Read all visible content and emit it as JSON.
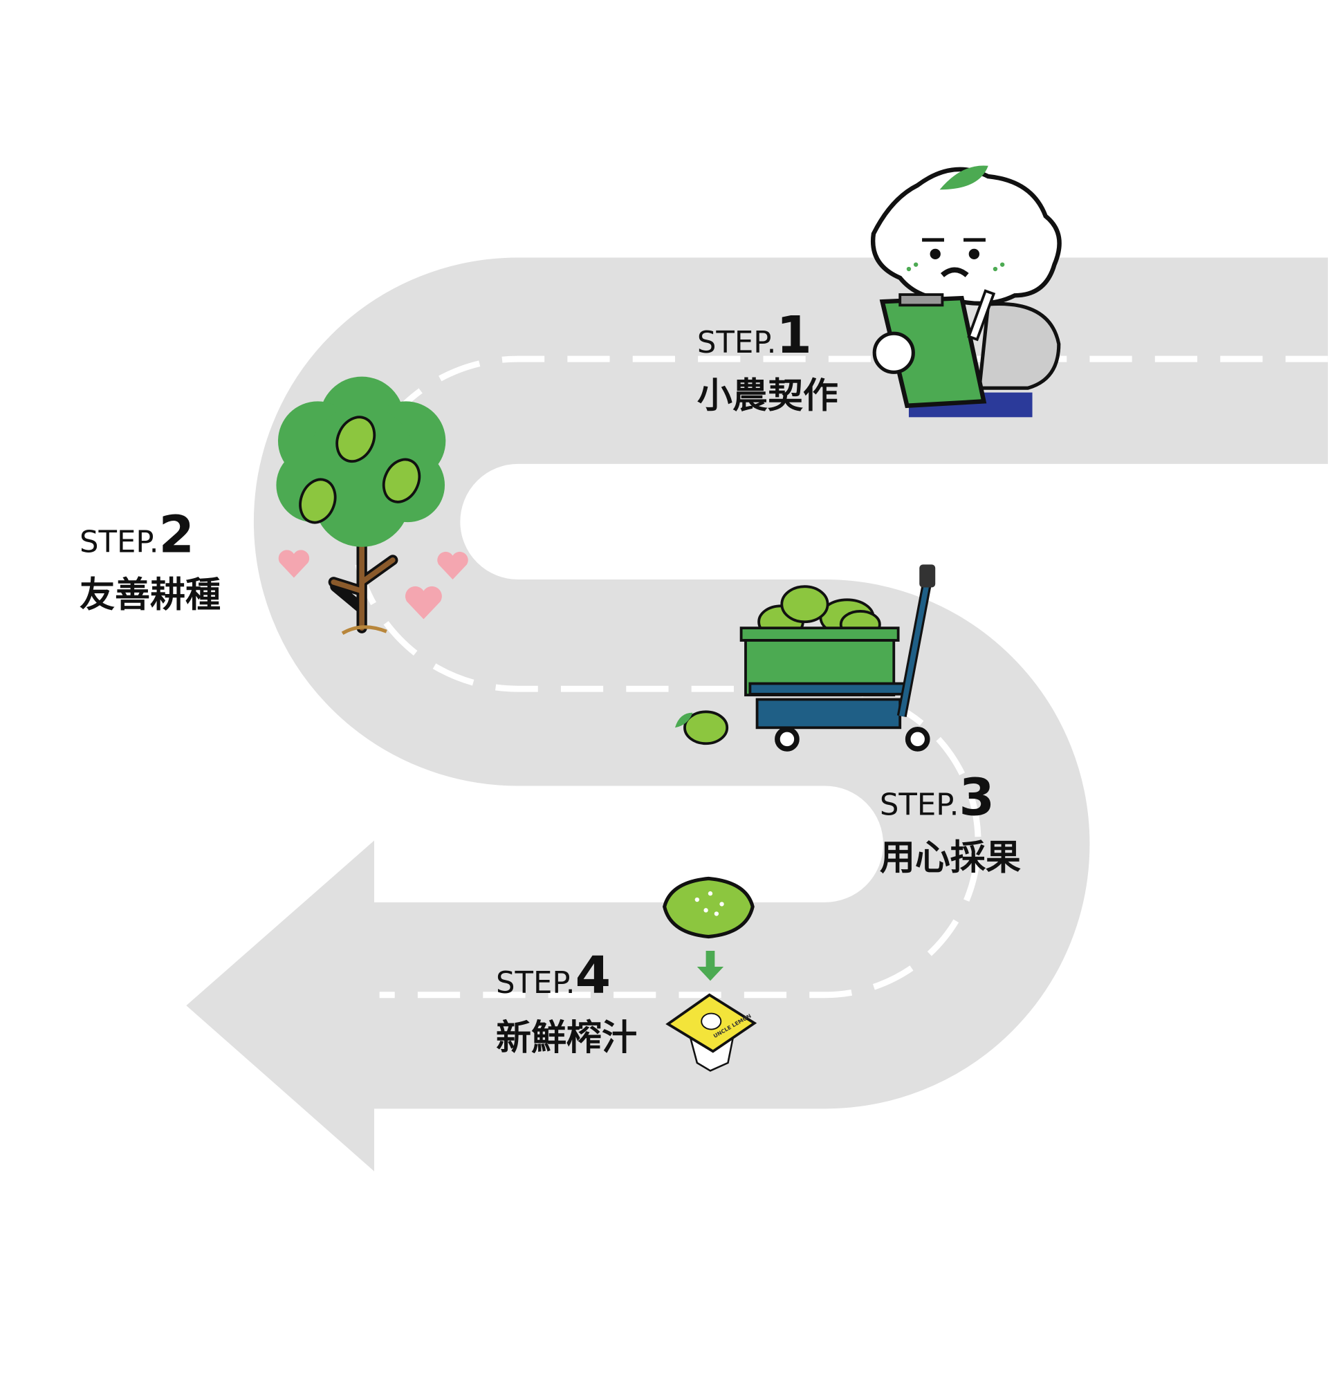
{
  "colors": {
    "road": "#e0e0e0",
    "dash": "#ffffff",
    "leaf_green": "#4caa52",
    "lemon": "#8cc63f",
    "heart": "#f4a6b0",
    "cart_blue": "#1f5f86",
    "cup_yellow": "#f3e43a"
  },
  "steps": [
    {
      "prefix": "STEP.",
      "number": "1",
      "title": "小農契作",
      "icon": "farmer-character-icon"
    },
    {
      "prefix": "STEP.",
      "number": "2",
      "title": "友善耕種",
      "icon": "lemon-tree-icon"
    },
    {
      "prefix": "STEP.",
      "number": "3",
      "title": "用心採果",
      "icon": "harvest-cart-icon"
    },
    {
      "prefix": "STEP.",
      "number": "4",
      "title": "新鮮榨汁",
      "icon": "juice-cup-icon"
    }
  ],
  "cup_label": "UNCLE LEMON"
}
